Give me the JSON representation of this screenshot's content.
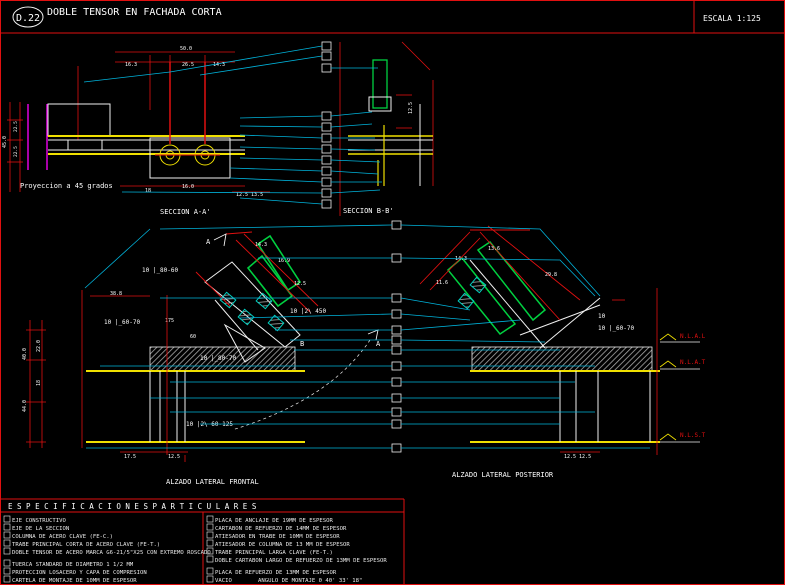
{
  "header": {
    "sheet_number": "D.22",
    "title": "DOBLE TENSOR EN FACHADA CORTA",
    "scale": "ESCALA 1:125"
  },
  "sections": {
    "aa_label": "SECCION A-A'",
    "bb_label": "SECCION B-B'",
    "projection_note": "Proyeccion a 45 grados"
  },
  "elevations": {
    "front_label": "ALZADO LATERAL FRONTAL",
    "rear_label": "ALZADO LATERAL POSTERIOR",
    "level_a": "N.L.A.L",
    "level_t": "N.L.A.T",
    "level_s": "N.L.S.T",
    "marker_a": "A",
    "marker_b": "B"
  },
  "notes": {
    "front_1": "10 |_80-60",
    "front_2": "10 |_60-70",
    "front_3": "10 |2\\ 450",
    "front_4": "10 |_80-70",
    "front_5": "10 |2\\ 60-125",
    "rear_1": "10",
    "rear_2": "10 |_60-70"
  },
  "specs": {
    "title": "E S P E C I F I C A C I O N E S     P A R T I C U L A R E S",
    "left": [
      "EJE CONSTRUCTIVO",
      "EJE DE LA SECCION",
      "COLUMNA DE ACERO CLAVE (FE-C.)",
      "TRABE PRINCIPAL CORTA DE ACERO CLAVE (FE-T.)",
      "DOBLE TENSOR DE ACERO MARCA G6-21/5\"X25 CON EXTREMO ROSCADO",
      "TUERCA STANDARD DE DIAMETRO 1 1/2 MM",
      "PROTECCION LOSACERO Y CAPA DE COMPRESION",
      "CARTELA DE MONTAJE DE 10MM DE ESPESOR"
    ],
    "right": [
      "PLACA DE ANCLAJE DE 19MM DE ESPESOR",
      "CARTABON DE REFUERZO DE 14MM DE ESPESOR",
      "ATIESADOR EN TRABE DE 10MM DE ESPESOR",
      "ATIESADOR DE COLUMNA DE 13 MM DE ESPESOR",
      "TRABE PRINCIPAL LARGA CLAVE (FE-T.)",
      "DOBLE CARTABON LARGO DE REFUERZO DE 13MM DE ESPESOR",
      "PLACA DE REFUERZO DE 13MM DE ESPESOR",
      "VACIO"
    ],
    "angle_note": "ANGULO DE MONTAJE 0 40' 33' 18\""
  },
  "colors": {
    "frame": "#e01010",
    "leader": "#00b4dc",
    "concrete": "#f0e000",
    "steel": "#f0f0f0",
    "tensor": "#00d040",
    "magenta": "#e000e0",
    "dim": "#d01818"
  }
}
